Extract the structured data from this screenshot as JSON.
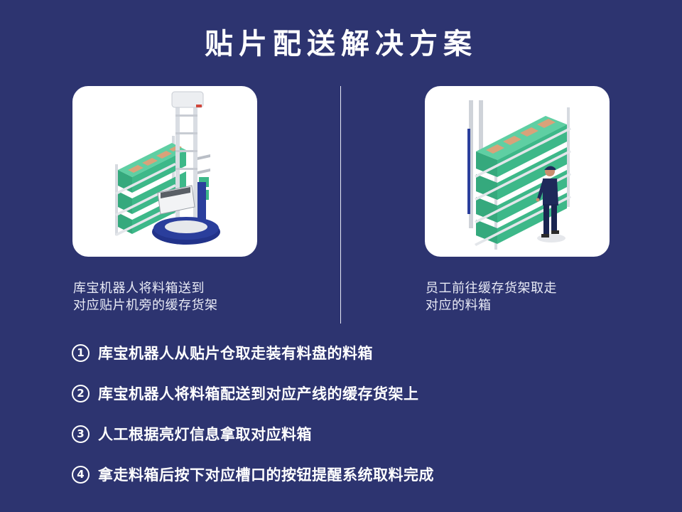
{
  "title": "贴片配送解决方案",
  "colors": {
    "background": "#2d3470",
    "card": "#ffffff",
    "text": "#ffffff",
    "box_green": "#3db889",
    "cardboard": "#d9a27a",
    "robot_blue": "#2a3e9c"
  },
  "panels": [
    {
      "illustration": "robot-delivering-bins-to-shelf",
      "caption_lines": [
        "库宝机器人将料箱送到",
        "对应贴片机旁的缓存货架"
      ]
    },
    {
      "illustration": "worker-picking-bin-from-shelf",
      "caption_lines": [
        "员工前往缓存货架取走",
        "对应的料箱"
      ]
    }
  ],
  "steps": [
    {
      "num": "1",
      "text": "库宝机器人从贴片仓取走装有料盘的料箱"
    },
    {
      "num": "2",
      "text": "库宝机器人将料箱配送到对应产线的缓存货架上"
    },
    {
      "num": "3",
      "text": "人工根据亮灯信息拿取对应料箱"
    },
    {
      "num": "4",
      "text": "拿走料箱后按下对应槽口的按钮提醒系统取料完成"
    }
  ]
}
